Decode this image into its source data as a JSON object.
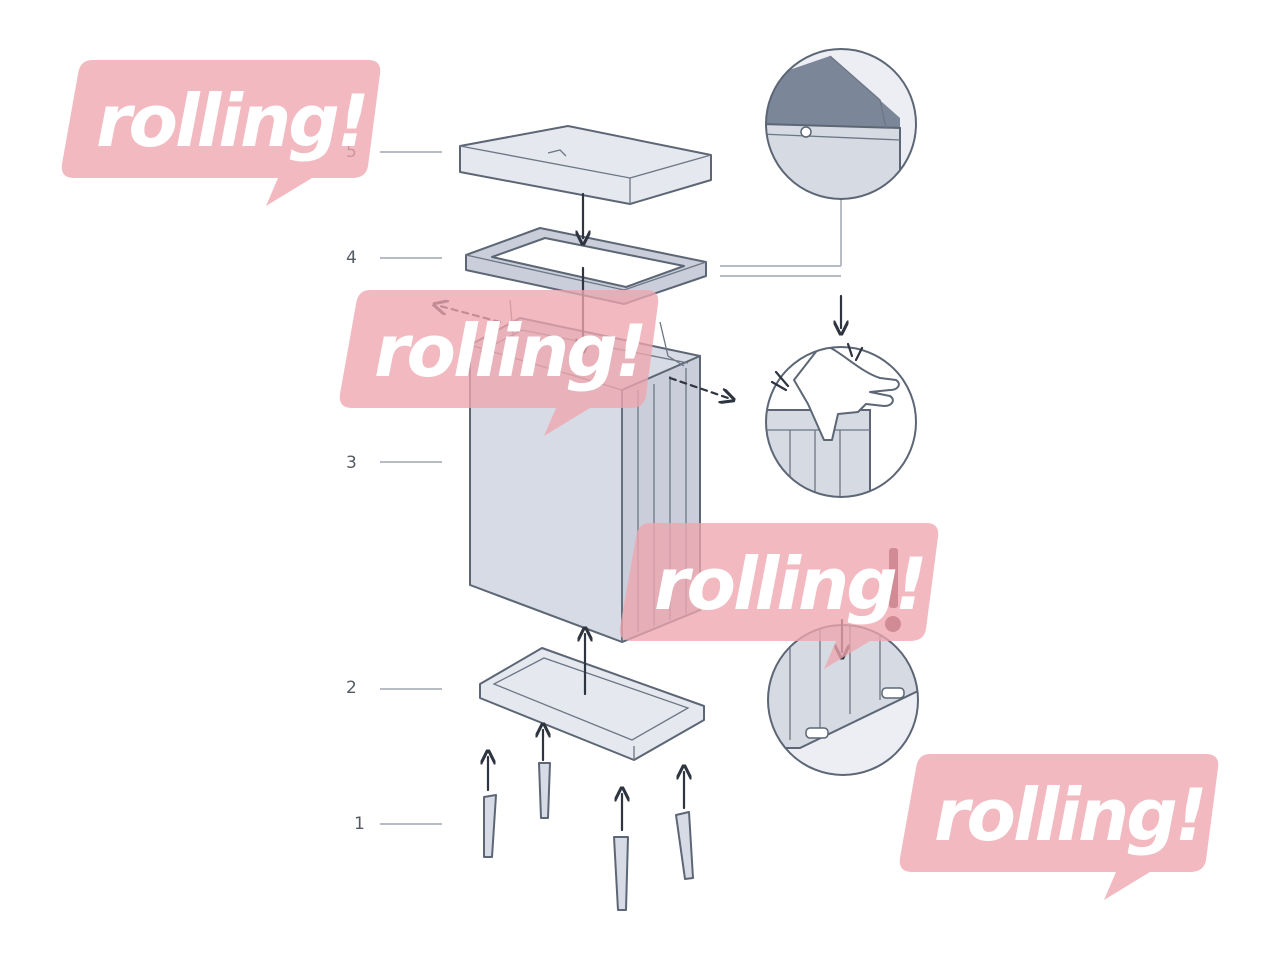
{
  "parts": [
    {
      "number": "5",
      "name": "lid"
    },
    {
      "number": "4",
      "name": "rim frame"
    },
    {
      "number": "3",
      "name": "container body"
    },
    {
      "number": "2",
      "name": "base tray"
    },
    {
      "number": "1",
      "name": "legs"
    }
  ],
  "watermark": {
    "text": "rolling!",
    "color": "#eea7ae"
  },
  "warning_mark": "!",
  "colors": {
    "outline": "#5c6675",
    "part_fill": "#d7dbe5",
    "arrow": "#2e3440",
    "warning": "#6b2b3d"
  }
}
